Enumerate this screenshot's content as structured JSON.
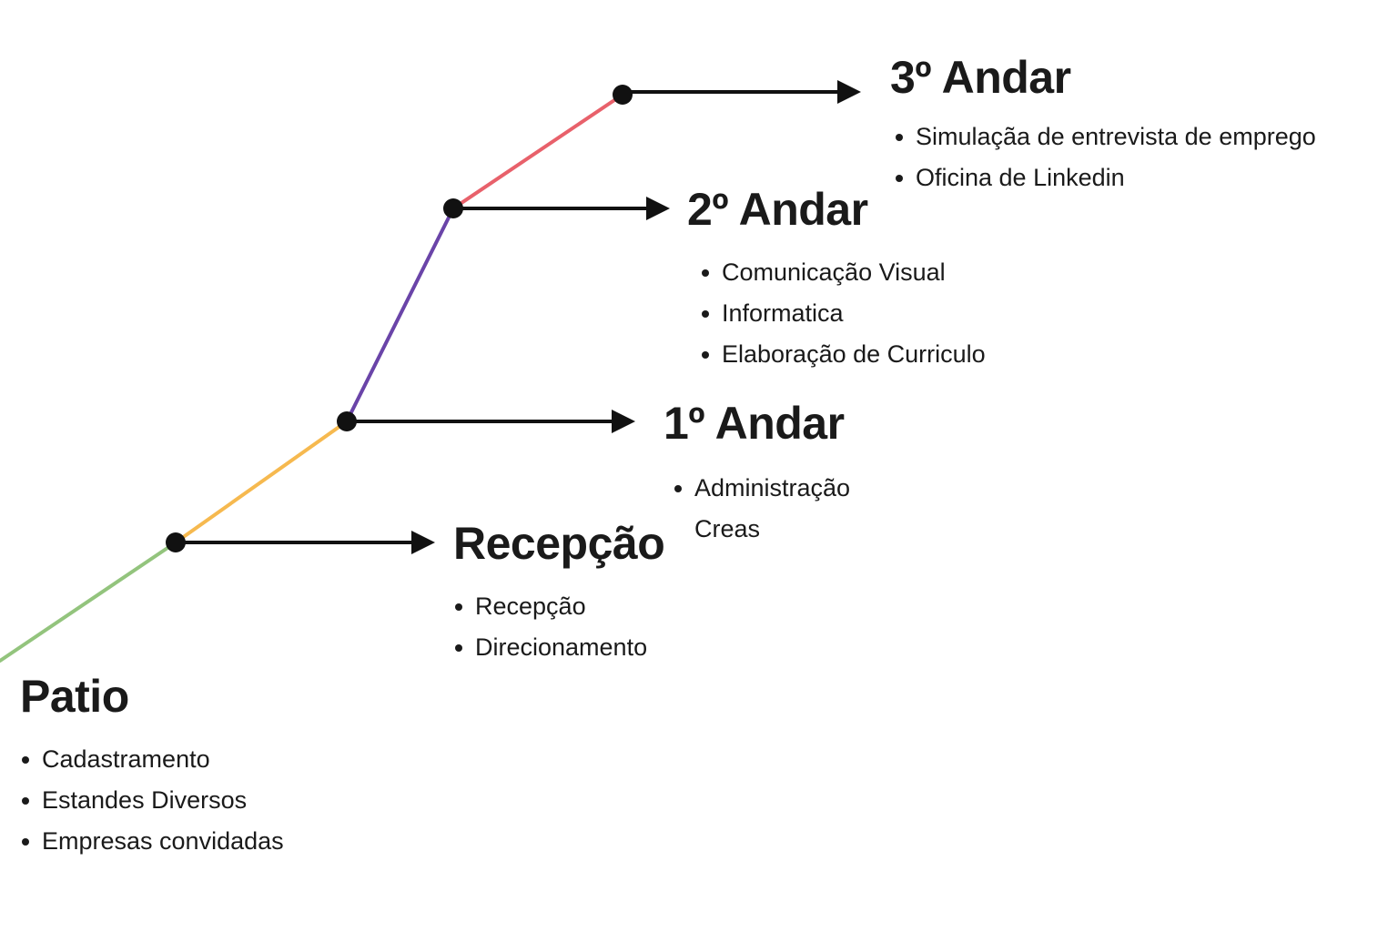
{
  "colors": {
    "segment_patio": "#93c47d",
    "segment_recepcao": "#f6b94f",
    "segment_andar1": "#6a44a8",
    "segment_andar2": "#e8616b",
    "arrow": "#111111",
    "node": "#111111"
  },
  "sections": {
    "patio": {
      "title": "Patio",
      "items": [
        "Cadastramento",
        "Estandes Diversos",
        "Empresas convidadas"
      ]
    },
    "recepcao": {
      "title": "Recepção",
      "items": [
        "Recepção",
        "Direcionamento"
      ]
    },
    "andar1": {
      "title": "1º Andar",
      "items": [
        "Administração",
        "Creas"
      ]
    },
    "andar2": {
      "title": "2º Andar",
      "items": [
        "Comunicação Visual",
        "Informatica",
        "Elaboração de Curriculo"
      ]
    },
    "andar3": {
      "title": "3º Andar",
      "items": [
        "Simulaçãa de entrevista de emprego",
        "Oficina de Linkedin"
      ]
    }
  }
}
